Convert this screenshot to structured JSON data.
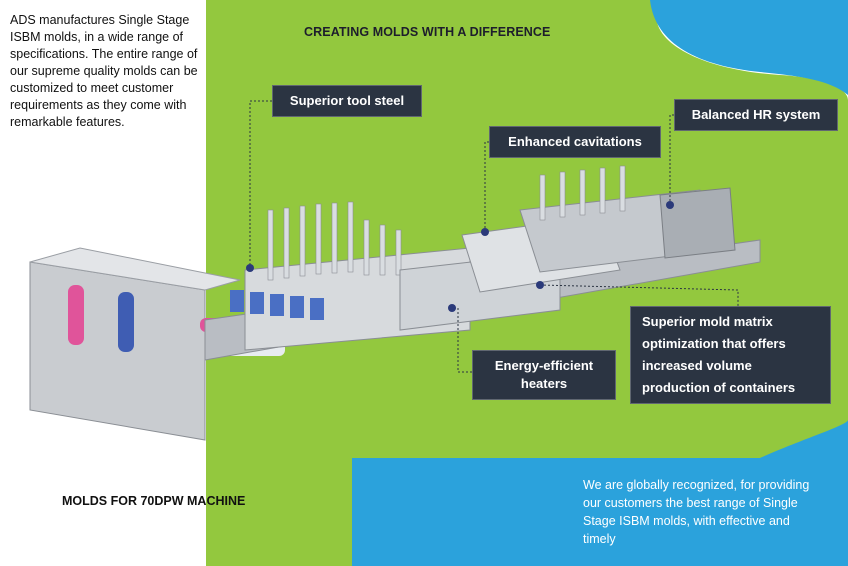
{
  "intro_text": "ADS manufactures Single Stage ISBM molds, in a wide range of specifications. The entire range of our supreme quality molds can be customized to meet customer requirements as they come with remarkable features.",
  "headline": "CREATING MOLDS WITH A DIFFERENCE",
  "callouts": {
    "tool_steel": "Superior tool steel",
    "cavitations": "Enhanced cavitations",
    "hr_system": "Balanced HR system",
    "heaters_line1": "Energy-efficient",
    "heaters_line2": "heaters",
    "matrix_line1": "Superior mold matrix",
    "matrix_line2": "optimization that offers",
    "matrix_line3": "increased volume",
    "matrix_line4": "production of containers"
  },
  "bottom_title": "MOLDS FOR 70DPW MACHINE",
  "blue_text": "We are globally recognized, for providing our customers the best range of Single Stage ISBM molds, with effective and timely",
  "colors": {
    "green": "#93c83e",
    "blue": "#2ba2dc",
    "callout_bg": "#2b3442"
  }
}
